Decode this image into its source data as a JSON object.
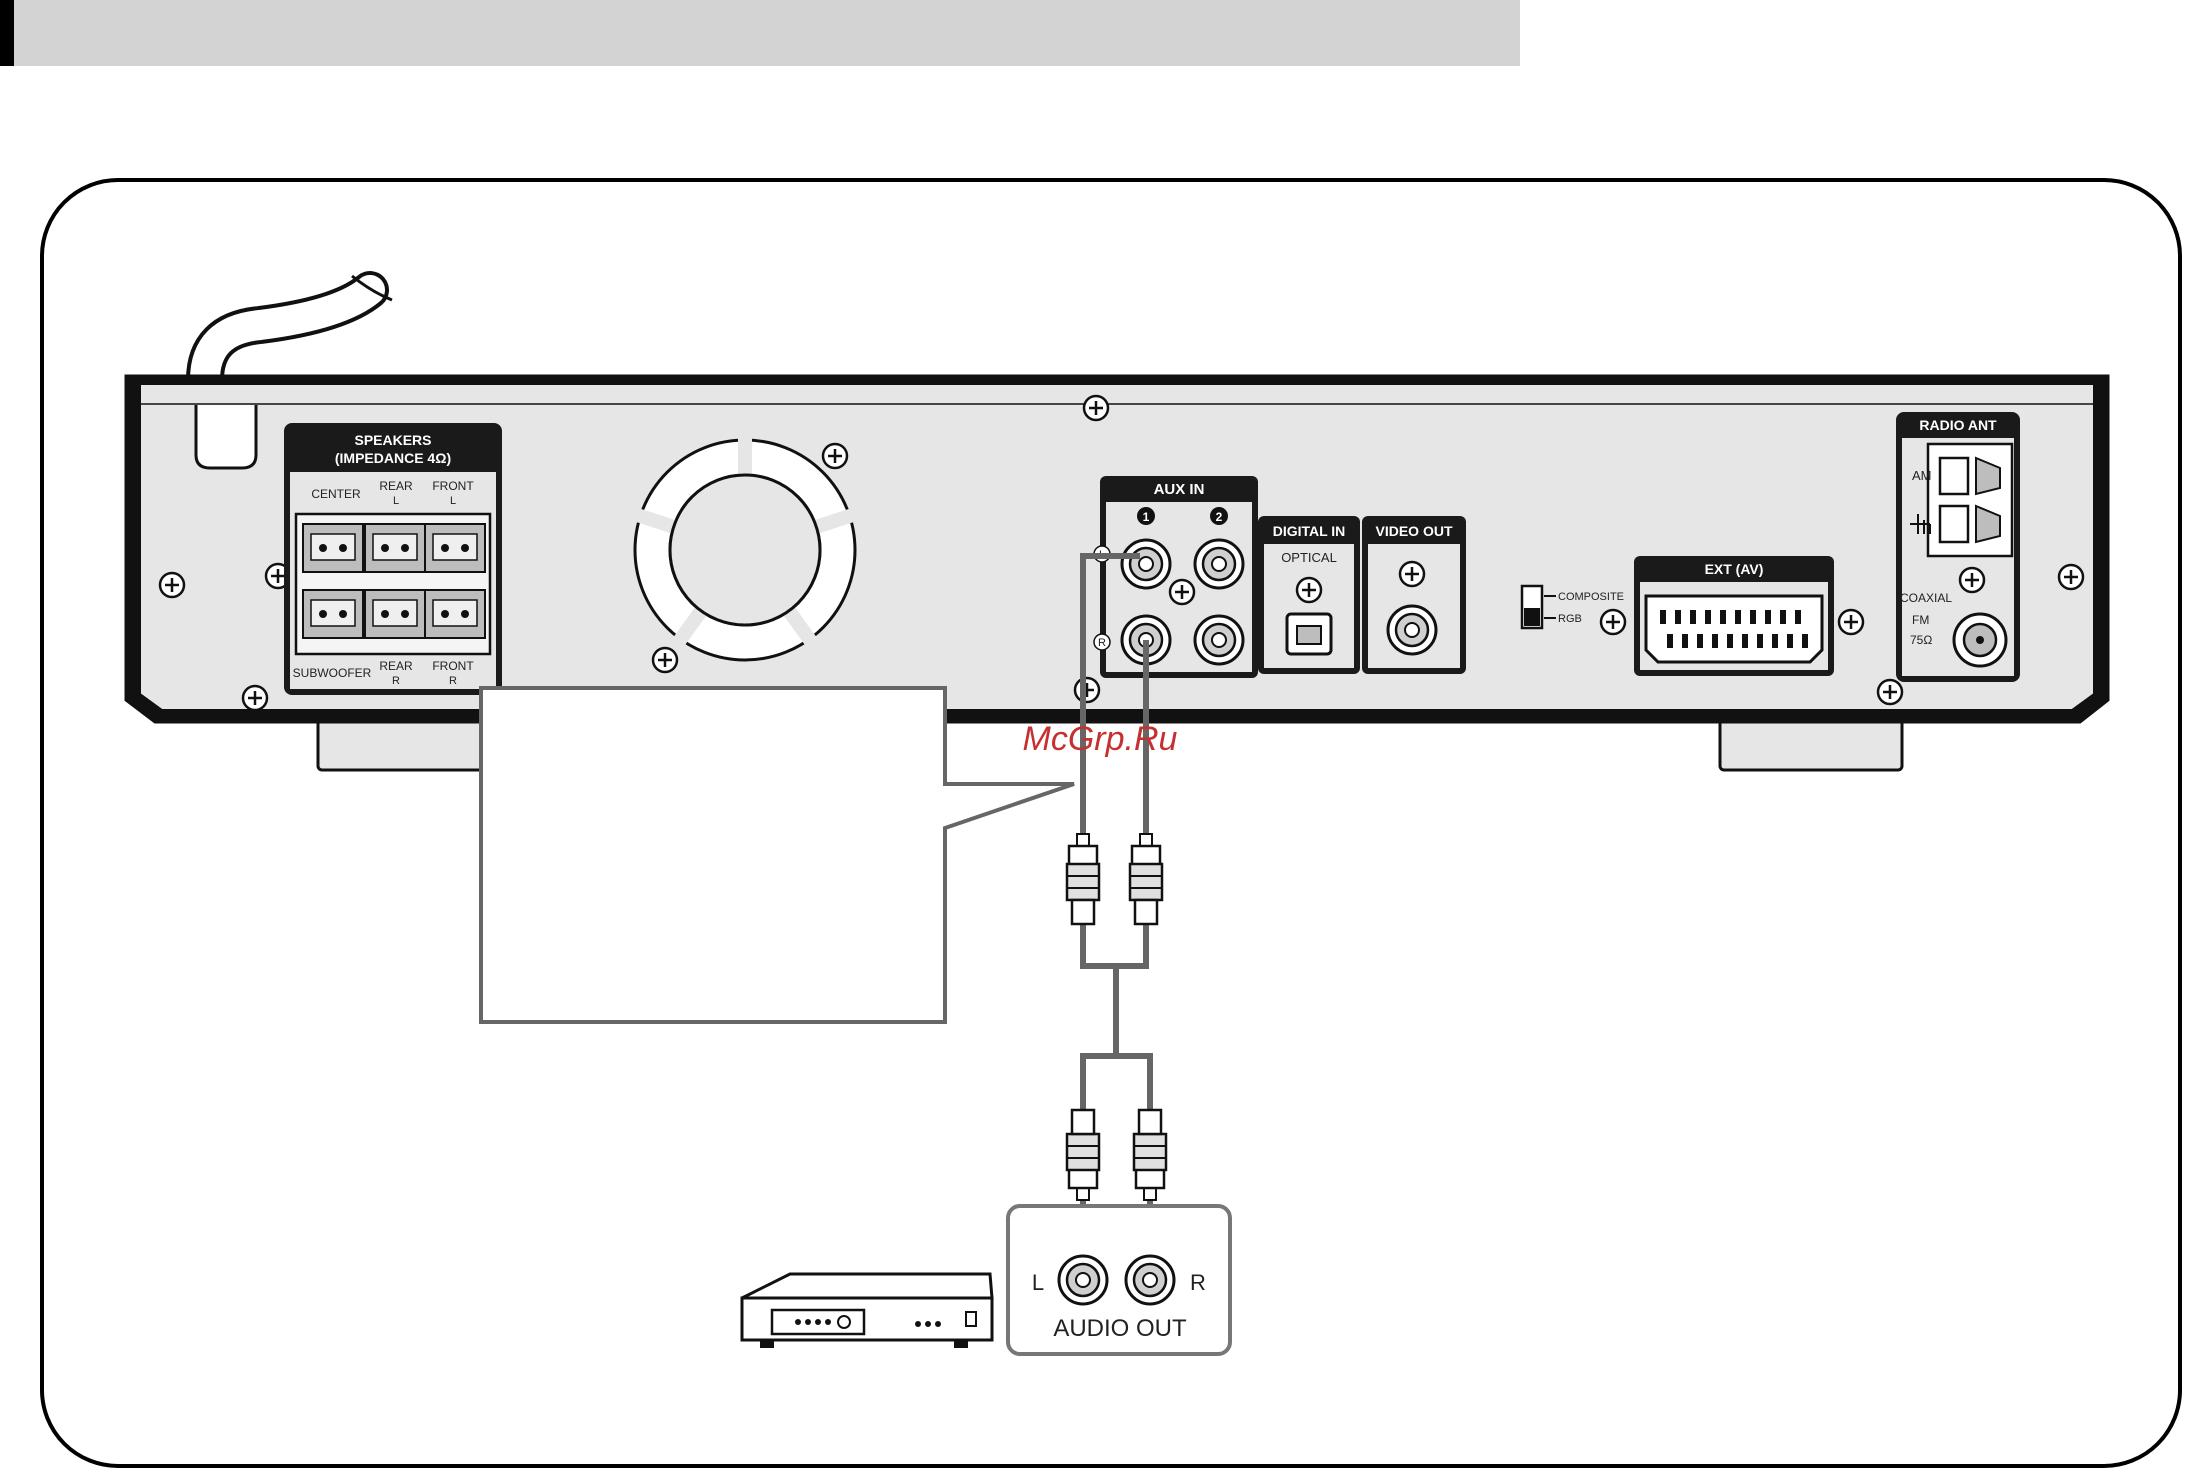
{
  "watermark": "McGrp.Ru",
  "panel": {
    "speakers": {
      "title_line1": "SPEAKERS",
      "title_line2": "(IMPEDANCE 4Ω)",
      "label_center": "CENTER",
      "label_rear_top": "REAR",
      "label_rear_top_side": "L",
      "label_front_top": "FRONT",
      "label_front_top_side": "L",
      "label_subwoofer": "SUBWOOFER",
      "label_rear_bottom": "REAR",
      "label_rear_bottom_side": "R",
      "label_front_bottom": "FRONT",
      "label_front_bottom_side": "R"
    },
    "aux_in": {
      "title": "AUX IN",
      "jack1": "1",
      "jack2": "2",
      "side_l": "L",
      "side_r": "R"
    },
    "digital_in": {
      "title": "DIGITAL IN",
      "sub": "OPTICAL"
    },
    "video_out": {
      "title": "VIDEO OUT"
    },
    "switch": {
      "option1": "COMPOSITE",
      "option2": "RGB"
    },
    "ext": {
      "title": "EXT (AV)"
    },
    "radio_ant": {
      "title": "RADIO ANT",
      "am": "AM",
      "coaxial": "COAXIAL",
      "fm": "FM",
      "impedance": "75Ω"
    }
  },
  "audio_out": {
    "label": "AUDIO OUT",
    "left": "L",
    "right": "R"
  },
  "colors": {
    "header_bar": "#d3d3d3",
    "panel_fill": "#e6e6e6",
    "label_bg": "#1a1a1a",
    "watermark": "#c53030",
    "cable": "#666666"
  }
}
